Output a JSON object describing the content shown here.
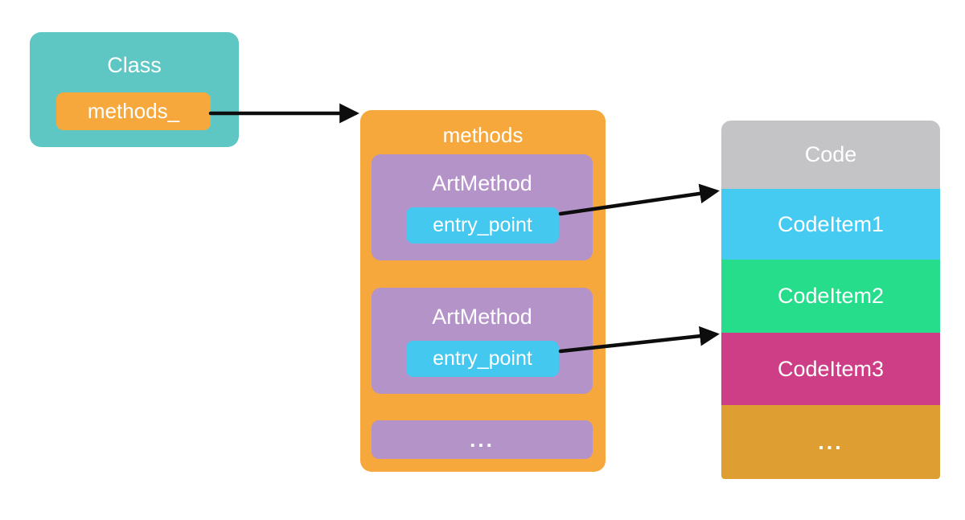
{
  "diagram": {
    "background": "#ffffff",
    "text_color": "#ffffff",
    "class_box": {
      "title": "Class",
      "bg": "#5EC7C3",
      "field": {
        "label": "methods_",
        "bg": "#F7A83C"
      }
    },
    "methods_box": {
      "title": "methods",
      "bg": "#F7A83C",
      "items": [
        {
          "title": "ArtMethod",
          "bg": "#B493C9",
          "field": {
            "label": "entry_point",
            "bg": "#45C8F0"
          }
        },
        {
          "title": "ArtMethod",
          "bg": "#B493C9",
          "field": {
            "label": "entry_point",
            "bg": "#45C8F0"
          }
        }
      ],
      "ellipsis": {
        "label": "...",
        "bg": "#B493C9"
      }
    },
    "code_column": {
      "rows": [
        {
          "label": "Code",
          "bg": "#C4C4C6"
        },
        {
          "label": "CodeItem1",
          "bg": "#45CBF2"
        },
        {
          "label": "CodeItem2",
          "bg": "#26DD8C"
        },
        {
          "label": "CodeItem3",
          "bg": "#CE3E87"
        },
        {
          "label": "...",
          "bg": "#DE9E32"
        }
      ]
    },
    "arrows": {
      "color": "#0d0d0d",
      "links": [
        "Class.methods_ -> methods",
        "ArtMethod[0].entry_point -> Code/CodeItem1 boundary",
        "ArtMethod[1].entry_point -> CodeItem2/CodeItem3 boundary"
      ]
    }
  }
}
